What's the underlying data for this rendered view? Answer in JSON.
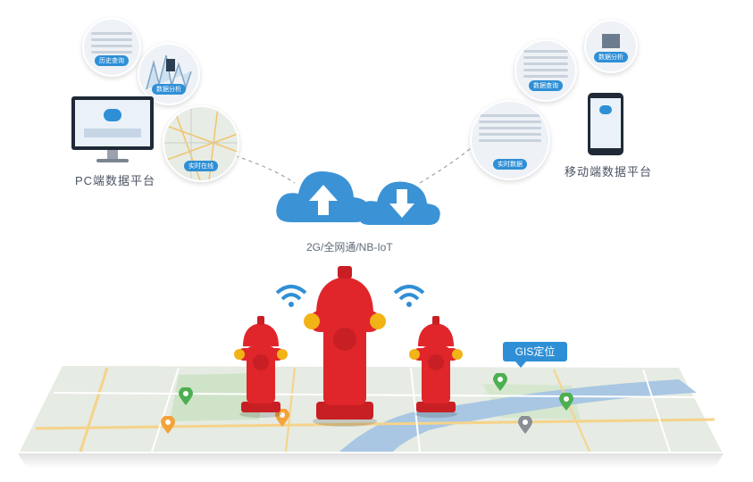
{
  "platforms": {
    "pc_label": "PC端数据平台",
    "mobile_label": "移动端数据平台"
  },
  "network": {
    "label": "2G/全网通/NB-IoT"
  },
  "gis": {
    "label": "GIS定位"
  },
  "features": {
    "history_query": "历史查询",
    "data_analysis": "数据分析",
    "realtime_online": "实时在线",
    "realtime_data": "实时数据"
  },
  "mobile_features": {
    "data_query": "数据查询",
    "data_analysis": "数据分析"
  },
  "colors": {
    "accent": "#2f8fd6",
    "hydrant_red": "#e0262b",
    "hydrant_yellow": "#f2b317",
    "cloud_blue": "#3b93d6"
  }
}
